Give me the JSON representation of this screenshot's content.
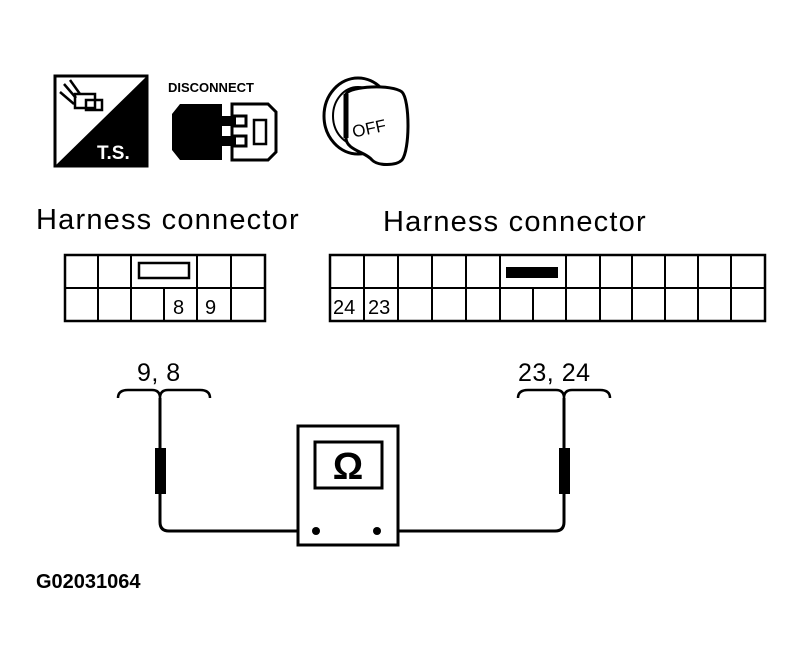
{
  "icons": {
    "troubleshoot_label": "T.S.",
    "disconnect_label": "DISCONNECT",
    "ignition_label": "OFF"
  },
  "connector_left": {
    "title": "Harness connector",
    "pins": [
      "8",
      "9"
    ]
  },
  "connector_right": {
    "title": "Harness connector",
    "pins": [
      "24",
      "23"
    ]
  },
  "probe_left_label": "9, 8",
  "probe_right_label": "23, 24",
  "meter": {
    "symbol": "Ω"
  },
  "figure_code": "G02031064"
}
